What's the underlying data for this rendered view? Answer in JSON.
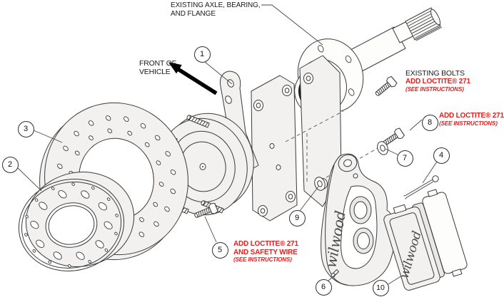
{
  "colors": {
    "line": "#3b3b3b",
    "red": "#e01f1f",
    "metal_fill": "#f2f1ef",
    "background": "#ffffff"
  },
  "labels": {
    "axle": {
      "line1": "EXISTING AXLE, BEARING,",
      "line2": "AND FLANGE"
    },
    "front_of_vehicle": {
      "line1": "FRONT OF",
      "line2": "VEHICLE"
    },
    "existing_bolts": {
      "line1": "EXISTING BOLTS",
      "line2": "ADD LOCTITE® 271",
      "line3": "(SEE INSTRUCTIONS)"
    },
    "loctite_upper": {
      "line1": "ADD LOCTITE® 271",
      "line2": "(SEE INSTRUCTIONS)"
    },
    "loctite_lower": {
      "line1": "ADD LOCTITE® 271",
      "line2": "AND SAFETY WIRE",
      "line3": "(SEE INSTRUCTIONS)"
    }
  },
  "logos": {
    "caliper": "wilwood",
    "pad": "wilwood"
  },
  "callouts": [
    {
      "num": "1"
    },
    {
      "num": "2"
    },
    {
      "num": "3"
    },
    {
      "num": "4"
    },
    {
      "num": "5"
    },
    {
      "num": "6"
    },
    {
      "num": "7"
    },
    {
      "num": "8"
    },
    {
      "num": "9"
    },
    {
      "num": "10"
    }
  ]
}
